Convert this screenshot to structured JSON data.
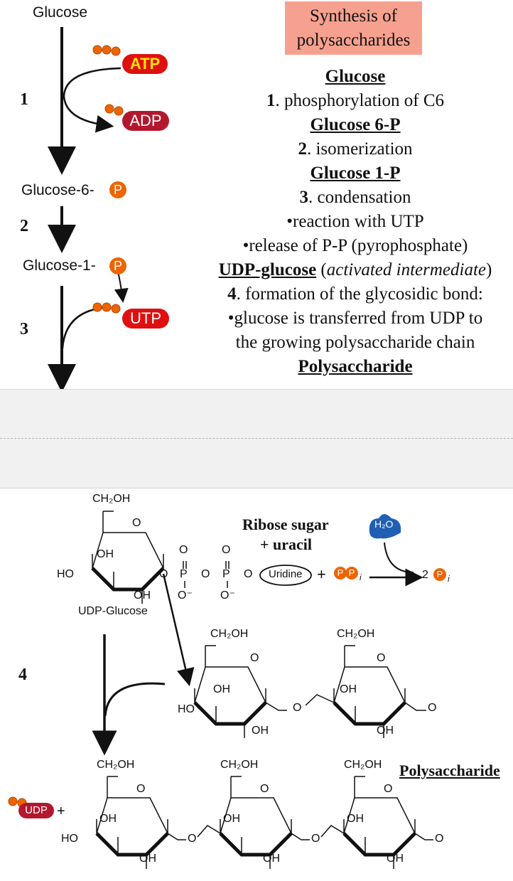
{
  "pathway": {
    "glucose": "Glucose",
    "glucose6p_prefix": "Glucose-6-",
    "glucose1p_prefix": "Glucose-1-",
    "phosphate_symbol": "P",
    "atp": "ATP",
    "adp": "ADP",
    "utp": "UTP",
    "step1": "1",
    "step2": "2",
    "step3": "3",
    "step4": "4"
  },
  "summary": {
    "title_line1": "Synthesis of",
    "title_line2": "polysaccharides",
    "glucose": "Glucose",
    "s1_num": "1",
    "s1_text": ". phosphorylation of C6",
    "g6p": "Glucose 6-P",
    "s2_num": "2",
    "s2_text": ". isomerization",
    "g1p": "Glucose 1-P",
    "s3_num": "3",
    "s3_text": ". condensation",
    "bullet1": "•reaction with UTP",
    "bullet2": "•release of P-P (pyrophosphate)",
    "udp_glucose": "UDP-glucose",
    "activated": "activated intermediate",
    "s4_num": "4",
    "s4_text": ". formation of the glycosidic bond:",
    "bullet3": "•glucose is transferred from UDP to",
    "bullet3b": "the growing polysaccharide chain",
    "polysaccharide": "Polysaccharide"
  },
  "reaction": {
    "ch2oh": "CH₂OH",
    "oh": "OH",
    "ho": "HO",
    "o": "O",
    "p": "P",
    "o_minus": "O⁻",
    "udp_glucose_label": "UDP-Glucose",
    "ribose_line1": "Ribose sugar",
    "ribose_line2": "+ uracil",
    "uridine": "Uridine",
    "plus": "+",
    "h2o": "H₂O",
    "two": "2",
    "pi_sub": "i",
    "udp": "UDP",
    "polysaccharide": "Polysaccharide"
  },
  "colors": {
    "atp_red": "#e01010",
    "adp_darkred": "#b3172e",
    "phosphate_orange": "#ee6400",
    "water_blue": "#1f5fb4",
    "title_bg": "#f6a18f"
  }
}
